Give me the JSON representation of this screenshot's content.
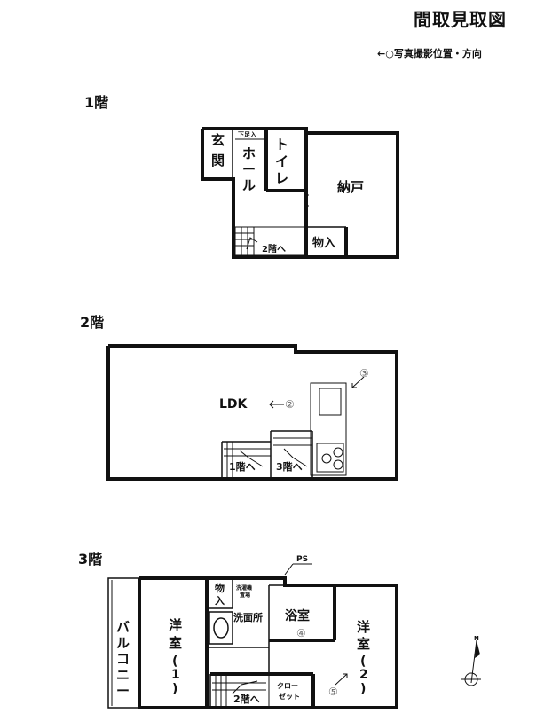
{
  "title": "間取見取図",
  "legend": "←○写真撮影位置・方向",
  "floors": {
    "f1": {
      "label": "1階",
      "rooms": {
        "genkan": [
          "玄",
          "関"
        ],
        "hall": [
          "ホ",
          "ー",
          "ル"
        ],
        "hall_note": "下足入",
        "toilet": [
          "ト",
          "イ",
          "レ"
        ],
        "nando": "納戸",
        "mono": "物入",
        "stairs": "2階へ"
      }
    },
    "f2": {
      "label": "2階",
      "rooms": {
        "ldk": "LDK",
        "photo2": "②",
        "photo3": "③",
        "stairs_down": "1階へ",
        "stairs_up": "3階へ"
      }
    },
    "f3": {
      "label": "3階",
      "ps": "PS",
      "rooms": {
        "balcony": [
          "バ",
          "ル",
          "コ",
          "ニ",
          "ー"
        ],
        "western1": [
          "洋",
          "室",
          "(",
          "1",
          ")"
        ],
        "mono": [
          "物",
          "入"
        ],
        "washer": [
          "洗濯機",
          "置場"
        ],
        "senmen": "洗面所",
        "bath": "浴室",
        "photo4": "④",
        "western2": [
          "洋",
          "室",
          "(",
          "2",
          ")"
        ],
        "photo5": "⑤",
        "closet": [
          "クロー",
          "ゼット"
        ],
        "stairs": "2階へ"
      }
    }
  },
  "compass": {
    "north": "N"
  }
}
